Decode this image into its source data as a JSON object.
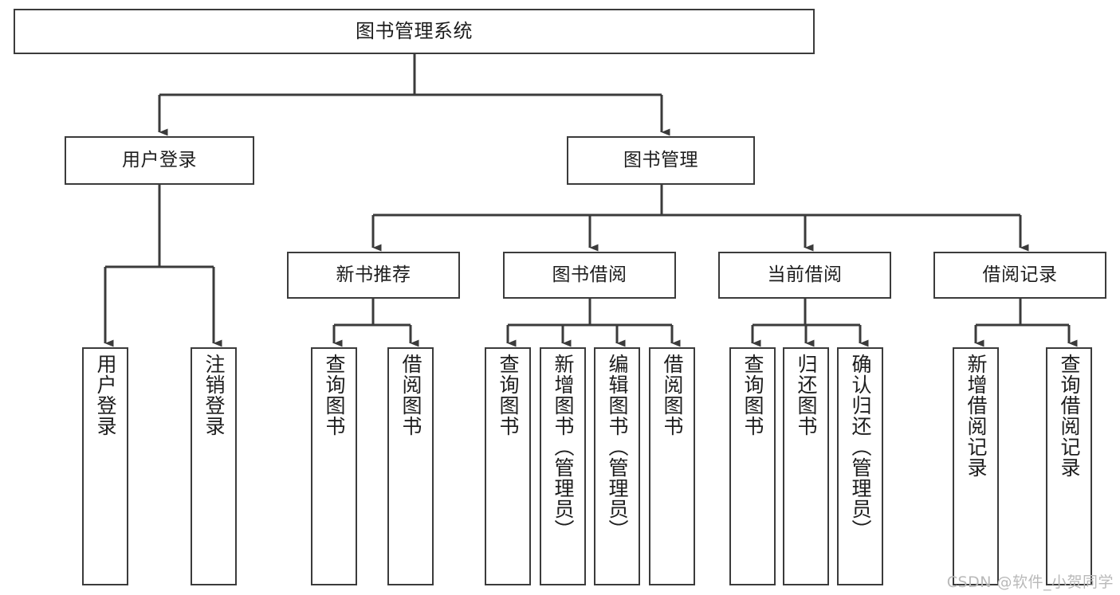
{
  "diagram": {
    "title": "图书管理系统",
    "type": "tree-hierarchy",
    "line_color": "#3b3b3b",
    "text_color": "#1d1d1d",
    "background": "#ffffff"
  },
  "nodes": {
    "root": {
      "label": "图书管理系统"
    },
    "level1": [
      {
        "id": "user-login",
        "label": "用户登录"
      },
      {
        "id": "book-management",
        "label": "图书管理"
      }
    ],
    "level2": [
      {
        "id": "new-book-recommend",
        "label": "新书推荐"
      },
      {
        "id": "book-borrow",
        "label": "图书借阅"
      },
      {
        "id": "current-borrow",
        "label": "当前借阅"
      },
      {
        "id": "borrow-record",
        "label": "借阅记录"
      }
    ],
    "leaves": {
      "user_login": [
        {
          "id": "leaf-user-login",
          "label": "用户登录"
        },
        {
          "id": "leaf-logout-login",
          "label": "注销登录"
        }
      ],
      "new_book_recommend": [
        {
          "id": "leaf-query-book-1",
          "label": "查询图书"
        },
        {
          "id": "leaf-borrow-book-1",
          "label": "借阅图书"
        }
      ],
      "book_borrow": [
        {
          "id": "leaf-query-book-2",
          "label": "查询图书"
        },
        {
          "id": "leaf-add-book",
          "label": "新增图书（管理员）"
        },
        {
          "id": "leaf-edit-book",
          "label": "编辑图书（管理员）"
        },
        {
          "id": "leaf-borrow-book-2",
          "label": "借阅图书"
        }
      ],
      "current_borrow": [
        {
          "id": "leaf-query-book-3",
          "label": "查询图书"
        },
        {
          "id": "leaf-return-book",
          "label": "归还图书"
        },
        {
          "id": "leaf-confirm-return",
          "label": "确认归还（管理员）"
        }
      ],
      "borrow_record": [
        {
          "id": "leaf-add-record",
          "label": "新增借阅记录"
        },
        {
          "id": "leaf-query-record",
          "label": "查询借阅记录"
        }
      ]
    }
  },
  "watermark": {
    "text": "CSDN @软件_小贺同学"
  }
}
